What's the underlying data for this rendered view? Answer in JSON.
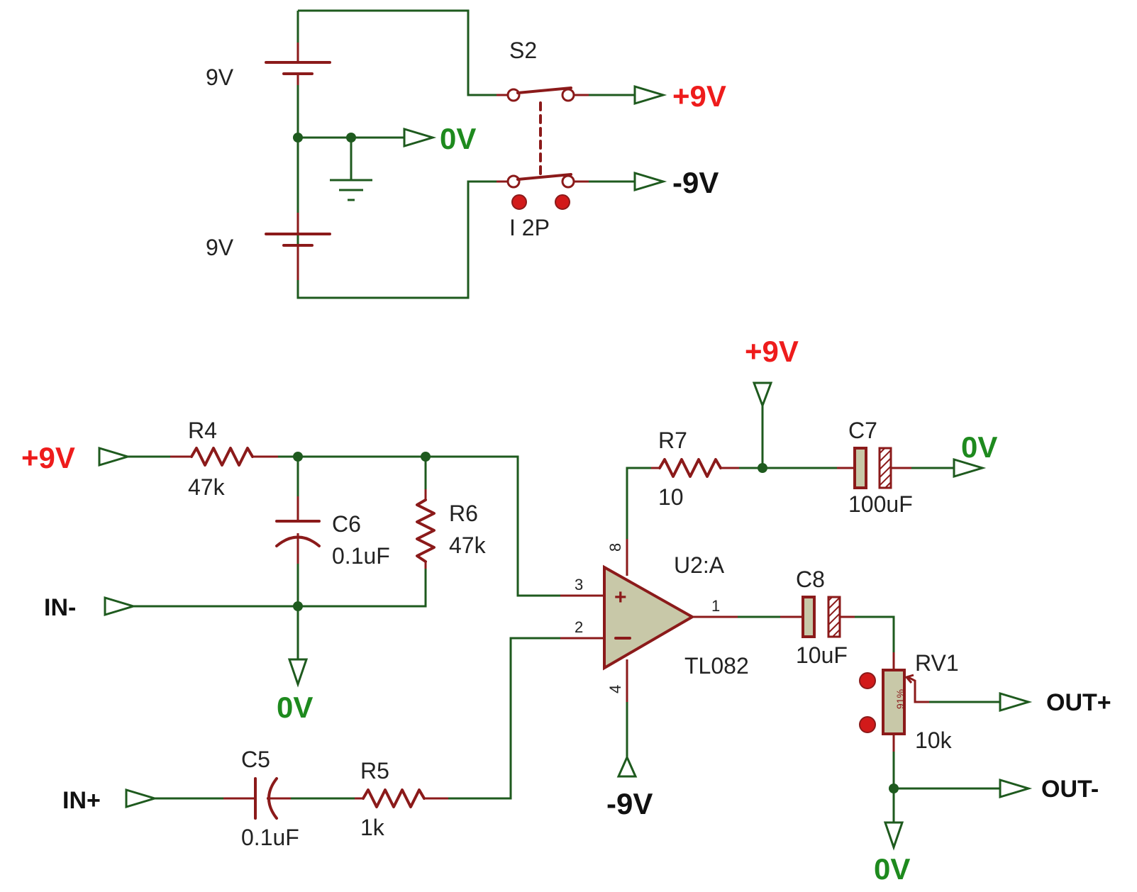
{
  "power": {
    "battery_top": "9V",
    "battery_bottom": "9V",
    "switch_ref": "S2",
    "switch_type": "I 2P",
    "net_pos": "+9V",
    "net_gnd": "0V",
    "net_neg": "-9V"
  },
  "r4": {
    "ref": "R4",
    "value": "47k"
  },
  "r5": {
    "ref": "R5",
    "value": "1k"
  },
  "r6": {
    "ref": "R6",
    "value": "47k"
  },
  "r7": {
    "ref": "R7",
    "value": "10"
  },
  "c5": {
    "ref": "C5",
    "value": "0.1uF"
  },
  "c6": {
    "ref": "C6",
    "value": "0.1uF"
  },
  "c7": {
    "ref": "C7",
    "value": "100uF"
  },
  "c8": {
    "ref": "C8",
    "value": "10uF"
  },
  "rv1": {
    "ref": "RV1",
    "value": "10k",
    "wiper": "91%"
  },
  "u2": {
    "ref": "U2:A",
    "part": "TL082",
    "pin_plus": "3",
    "pin_minus": "2",
    "pin_out": "1",
    "pin_vcc": "8",
    "pin_vee": "4"
  },
  "nets": {
    "in_plus": "IN+",
    "in_minus": "IN-",
    "out_plus": "OUT+",
    "out_minus": "OUT-",
    "r4_supply": "+9V",
    "r7_supply": "+9V",
    "c7_gnd": "0V",
    "divider_gnd": "0V",
    "opamp_vee": "-9V",
    "out_gnd": "0V"
  },
  "colors": {
    "wire": "#1e5a1e",
    "component": "#8b1a1a",
    "positive_net": "#ee1c1c",
    "ground_net": "#1e8a1e",
    "negative_net": "#111111",
    "opamp_fill": "#c8c8a8"
  }
}
